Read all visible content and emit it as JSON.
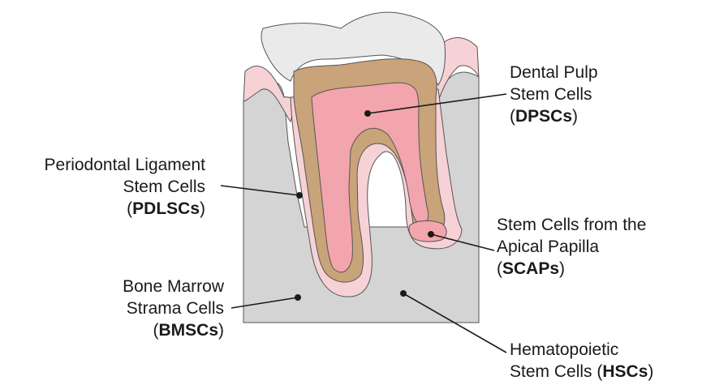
{
  "labels": {
    "dpsc": {
      "line1": "Dental Pulp",
      "line2": "Stem Cells",
      "open": "(",
      "abbr": "DPSCs",
      "close": ")"
    },
    "pdlsc": {
      "line1": "Periodontal Ligament",
      "line2": "Stem Cells",
      "open": "(",
      "abbr": "PDLSCs",
      "close": ")"
    },
    "scap": {
      "line1": "Stem Cells from the",
      "line2": "Apical Papilla",
      "open": "(",
      "abbr": "SCAPs",
      "close": ")"
    },
    "bmsc": {
      "line1": "Bone Marrow",
      "line2": "Strama Cells",
      "open": "(",
      "abbr": "BMSCs",
      "close": ")"
    },
    "hsc": {
      "line1": "Hematopoietic",
      "line2": "Stem Cells (",
      "abbr": "HSCs",
      "close": ")"
    }
  },
  "colors": {
    "bone": "#d4d4d4",
    "gum": "#f6d2d6",
    "enamel": "#eaeaea",
    "dentin": "#c9a37a",
    "pulp": "#f2a5ac",
    "outline": "#555555",
    "leader": "#1a1a1a"
  }
}
